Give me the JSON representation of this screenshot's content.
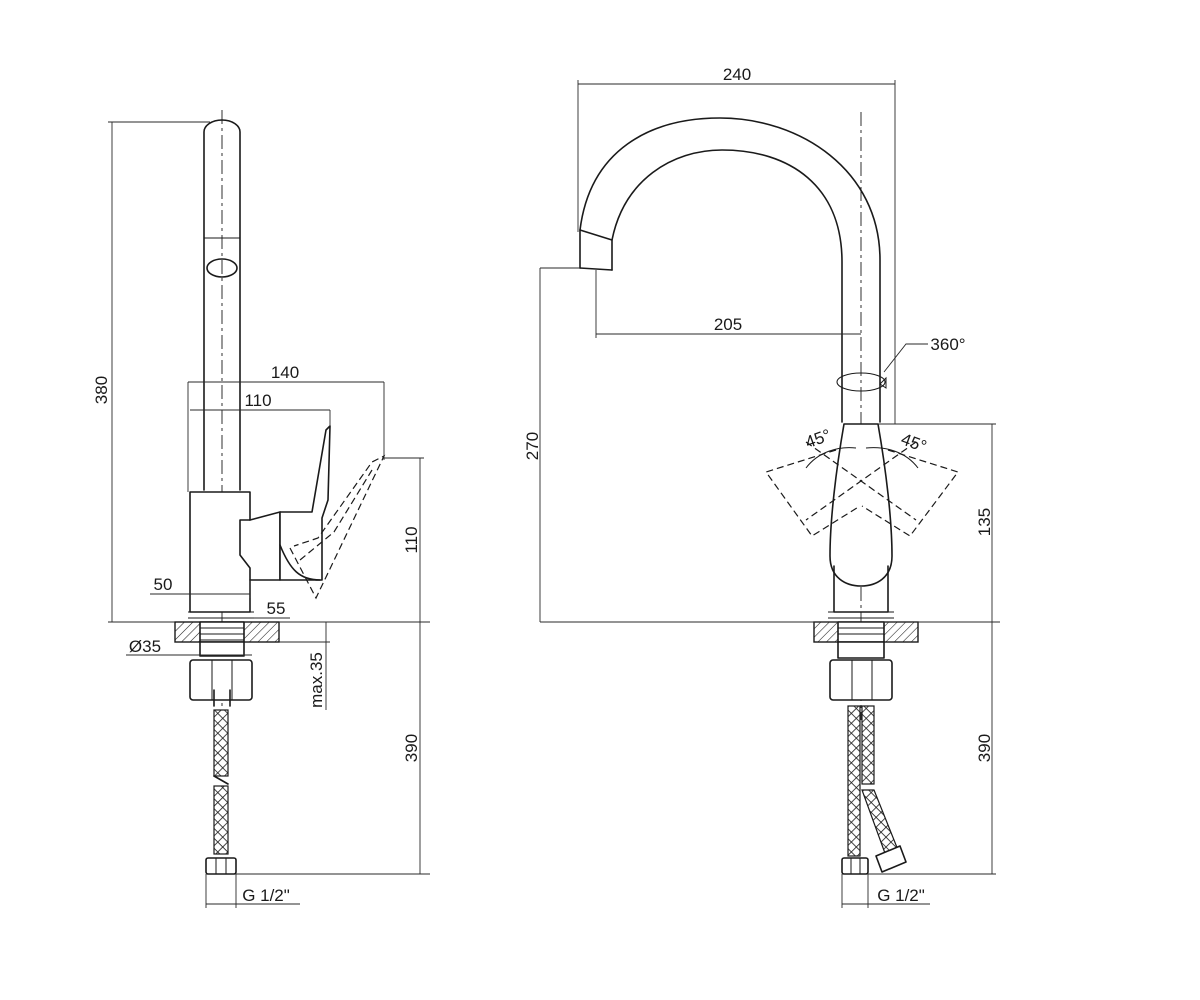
{
  "side_view": {
    "height_total": "380",
    "handle_reach": "140",
    "lever_length": "110",
    "body_width": "50",
    "base_width": "55",
    "handle_height": "110",
    "shank_diameter": "Ø35",
    "countertop_thickness": "max.35",
    "hose_length": "390",
    "connection": "G 1/2\""
  },
  "front_view": {
    "spout_width": "240",
    "spout_reach": "205",
    "spout_height": "270",
    "swivel_angle": "360°",
    "lever_angle_left": "45°",
    "lever_angle_right": "45°",
    "body_height": "135",
    "hose_length": "390",
    "connection": "G 1/2\""
  }
}
